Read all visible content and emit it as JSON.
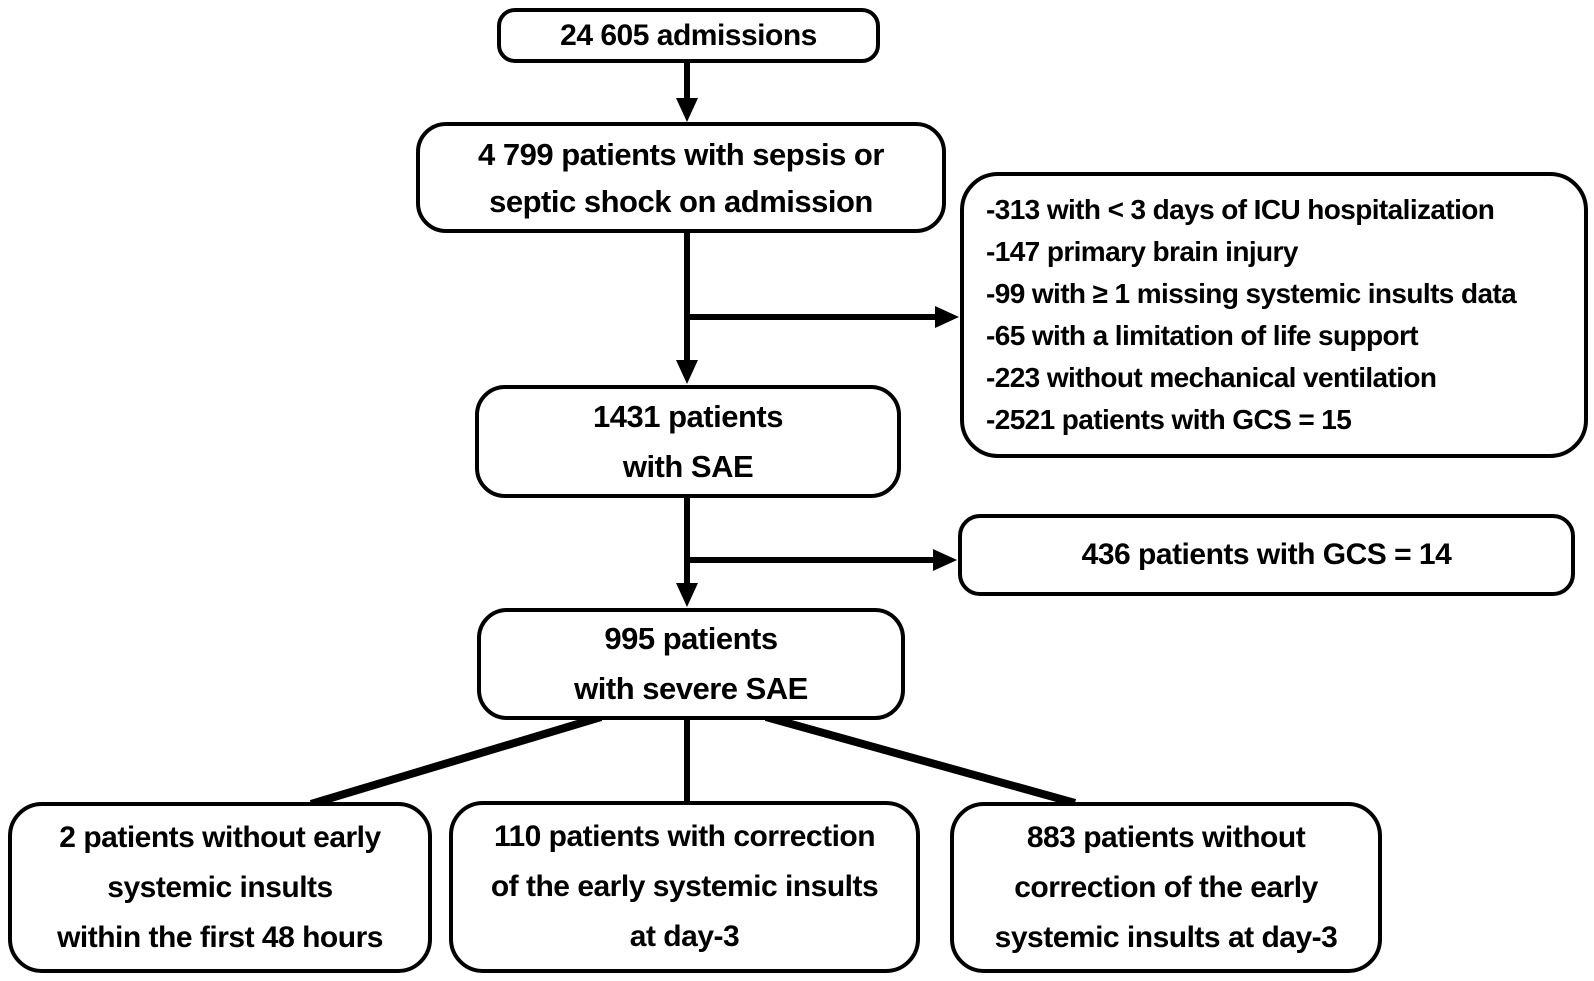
{
  "colors": {
    "background": "#ffffff",
    "box_border": "#000000",
    "line_color": "#000000",
    "text_color": "#000000"
  },
  "diagram_type": "patient-flow-chart",
  "nodes": {
    "admissions": {
      "lines": [
        "24 605 admissions"
      ]
    },
    "sepsis": {
      "lines": [
        "4 799 patients with sepsis or",
        "septic shock on admission"
      ]
    },
    "exclusions": {
      "lines": [
        "-313 with < 3 days of ICU hospitalization",
        "-147 primary brain injury",
        "-99 with ≥ 1 missing systemic insults data",
        "-65 with a limitation of life support",
        "-223 without mechanical ventilation",
        "-2521 patients with GCS = 15"
      ]
    },
    "sae": {
      "lines": [
        "1431 patients",
        "with SAE"
      ]
    },
    "gcs14": {
      "lines": [
        "436 patients with GCS = 14"
      ]
    },
    "severe_sae": {
      "lines": [
        "995 patients",
        "with severe SAE"
      ]
    },
    "no_early_insults": {
      "lines": [
        "2 patients without early",
        "systemic insults",
        "within the first 48 hours"
      ]
    },
    "corrected": {
      "lines": [
        "110 patients with correction",
        "of the early systemic insults",
        "at day-3"
      ]
    },
    "not_corrected": {
      "lines": [
        "883 patients without",
        "correction of the early",
        "systemic insults at day-3"
      ]
    }
  }
}
